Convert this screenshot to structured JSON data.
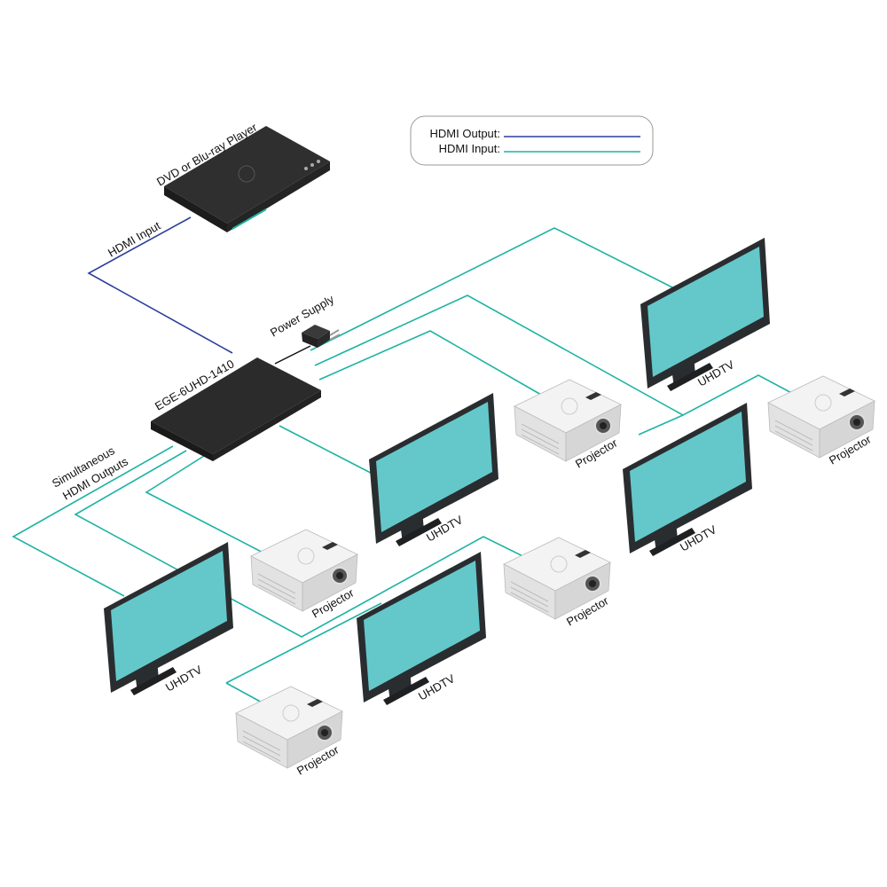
{
  "legend": {
    "output_label": "HDMI Output:",
    "input_label": "HDMI Input:",
    "output_color": "#2d3f9a",
    "input_color": "#1db3a3"
  },
  "source": {
    "label": "DVD or Blu-ray Player",
    "cable_label": "HDMI Input"
  },
  "power": {
    "label": "Power Supply"
  },
  "switch": {
    "label": "EGE-6UHD-1410"
  },
  "outputs": {
    "line1": "Simultaneous",
    "line2": "HDMI Outputs"
  },
  "tvs": [
    {
      "label": "UHDTV"
    },
    {
      "label": "UHDTV"
    },
    {
      "label": "UHDTV"
    },
    {
      "label": "UHDTV"
    },
    {
      "label": "UHDTV"
    }
  ],
  "projectors": [
    {
      "label": "Projector"
    },
    {
      "label": "Projector"
    },
    {
      "label": "Projector"
    },
    {
      "label": "Projector"
    },
    {
      "label": "Projector"
    }
  ],
  "colors": {
    "screen": "#64c8ca",
    "bezel": "#2a2d30",
    "device": "#2b2b2b",
    "projector": "#e9e9e9"
  }
}
